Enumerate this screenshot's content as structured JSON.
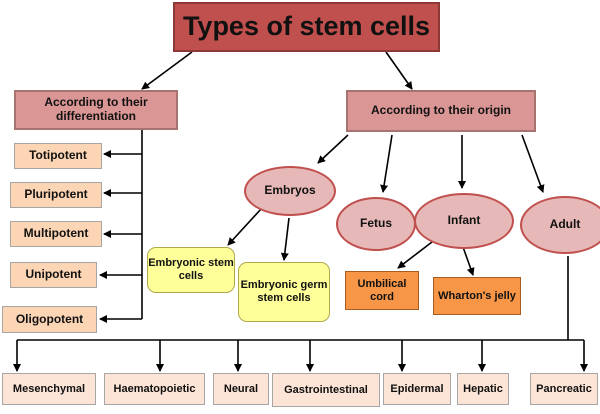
{
  "title": "Types of stem cells",
  "differentiation": {
    "heading": "According to their differentiation",
    "items": [
      "Totipotent",
      "Pluripotent",
      "Multipotent",
      "Unipotent",
      "Oligopotent"
    ]
  },
  "origin": {
    "heading": "According to their origin",
    "embryos": "Embryos",
    "fetus": "Fetus",
    "infant": "Infant",
    "adult": "Adult",
    "embryonic_stem_cells": "Embryonic stem cells",
    "embryonic_germ_stem_cells": "Embryonic germ stem cells",
    "umbilical_cord": "Umbilical cord",
    "whartons_jelly": "Wharton's jelly"
  },
  "adult_types": [
    "Mesenchymal",
    "Haematopoietic",
    "Neural",
    "Gastrointestinal",
    "Epidermal",
    "Hepatic",
    "Pancreatic"
  ]
}
